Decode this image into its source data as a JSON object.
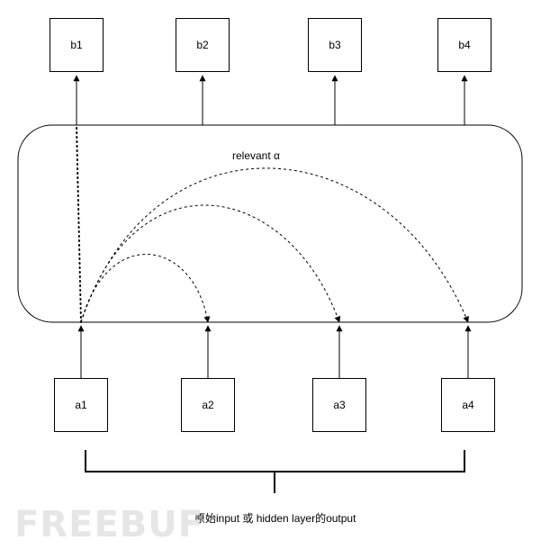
{
  "outputs": [
    {
      "label": "b1"
    },
    {
      "label": "b2"
    },
    {
      "label": "b3"
    },
    {
      "label": "b4"
    }
  ],
  "inputs": [
    {
      "label": "a1"
    },
    {
      "label": "a2"
    },
    {
      "label": "a3"
    },
    {
      "label": "a4"
    }
  ],
  "middle_label": "relevant α",
  "bracket_label": "原始input 或 hidden layer的output",
  "watermark": "FREEBUF",
  "colors": {
    "stroke": "#000000",
    "watermark": "#e6e6e6"
  }
}
